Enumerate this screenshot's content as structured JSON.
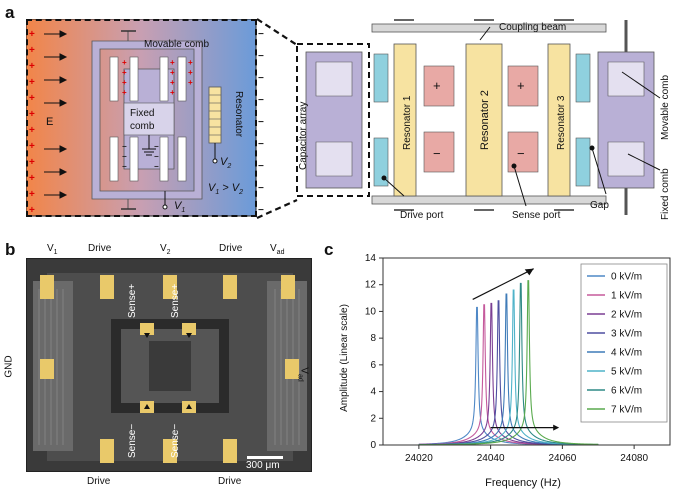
{
  "panels": {
    "a": "a",
    "b": "b",
    "c": "c"
  },
  "panel_a": {
    "inset": {
      "field_label": "E",
      "movable_comb": "Movable comb",
      "fixed_comb_1": "Fixed",
      "fixed_comb_2": "comb",
      "resonator": "Resonator",
      "v1": "V",
      "v1_sub": "1",
      "v2": "V",
      "v2_sub": "2",
      "ineq_a": "V",
      "ineq_a_sub": "1",
      "ineq_mid": " > V",
      "ineq_b_sub": "2"
    },
    "main": {
      "coupling_beam": "Coupling beam",
      "capacitor_array": "Capacitor array",
      "resonator_1": "Resonator 1",
      "resonator_2": "Resonator 2",
      "resonator_3": "Resonator 3",
      "drive_port": "Drive port",
      "sense_port": "Sense port",
      "gap": "Gap",
      "movable_comb": "Movable comb",
      "fixed_comb": "Fixed comb",
      "plus": "+",
      "minus": "−"
    }
  },
  "panel_b": {
    "v1": "V",
    "v1_sub": "1",
    "drive_tl": "Drive",
    "v2": "V",
    "v2_sub": "2",
    "drive_tr": "Drive",
    "vad_top": "V",
    "vad_top_sub": "ad",
    "gnd": "GND",
    "vad_right": "V",
    "vad_right_sub": "ad",
    "sense_plus_1": "Sense+",
    "sense_plus_2": "Sense+",
    "sense_minus_1": "Sense−",
    "sense_minus_2": "Sense−",
    "drive_bl": "Drive",
    "drive_br": "Drive",
    "scale_bar": "300 μm"
  },
  "chart_data": {
    "type": "line",
    "xlabel": "Frequency (Hz)",
    "ylabel": "Amplitude (Linear scale)",
    "xlim": [
      24010,
      24090
    ],
    "ylim": [
      0,
      14
    ],
    "xticks": [
      24020,
      24040,
      24060,
      24080
    ],
    "yticks": [
      0,
      2,
      4,
      6,
      8,
      10,
      12,
      14
    ],
    "legend_position": "top-right",
    "x_range": [
      24020,
      24070
    ],
    "series": [
      {
        "name": "0 kV/m",
        "peak_x": 24036.2,
        "peak_y": 10.3,
        "color": "#4f88c6"
      },
      {
        "name": "1 kV/m",
        "peak_x": 24038.2,
        "peak_y": 10.5,
        "color": "#c55a9c"
      },
      {
        "name": "2 kV/m",
        "peak_x": 24040.2,
        "peak_y": 10.6,
        "color": "#7b3f94"
      },
      {
        "name": "3 kV/m",
        "peak_x": 24042.2,
        "peak_y": 10.8,
        "color": "#4e4fa0"
      },
      {
        "name": "4 kV/m",
        "peak_x": 24044.4,
        "peak_y": 11.3,
        "color": "#3f7cb8"
      },
      {
        "name": "5 kV/m",
        "peak_x": 24046.4,
        "peak_y": 11.6,
        "color": "#4fb3c9"
      },
      {
        "name": "6 kV/m",
        "peak_x": 24048.4,
        "peak_y": 12.1,
        "color": "#2f8a86"
      },
      {
        "name": "7 kV/m",
        "peak_x": 24050.5,
        "peak_y": 12.3,
        "color": "#5aaa4e"
      }
    ]
  },
  "colors": {
    "comb_purple": "#b9b0d6",
    "resonator_yellow": "#f7e3a1",
    "port_red": "#e8a9a5",
    "port_cyan": "#8fd0de",
    "field_orange": "#f08a4b",
    "field_blue": "#6f9fd8"
  }
}
